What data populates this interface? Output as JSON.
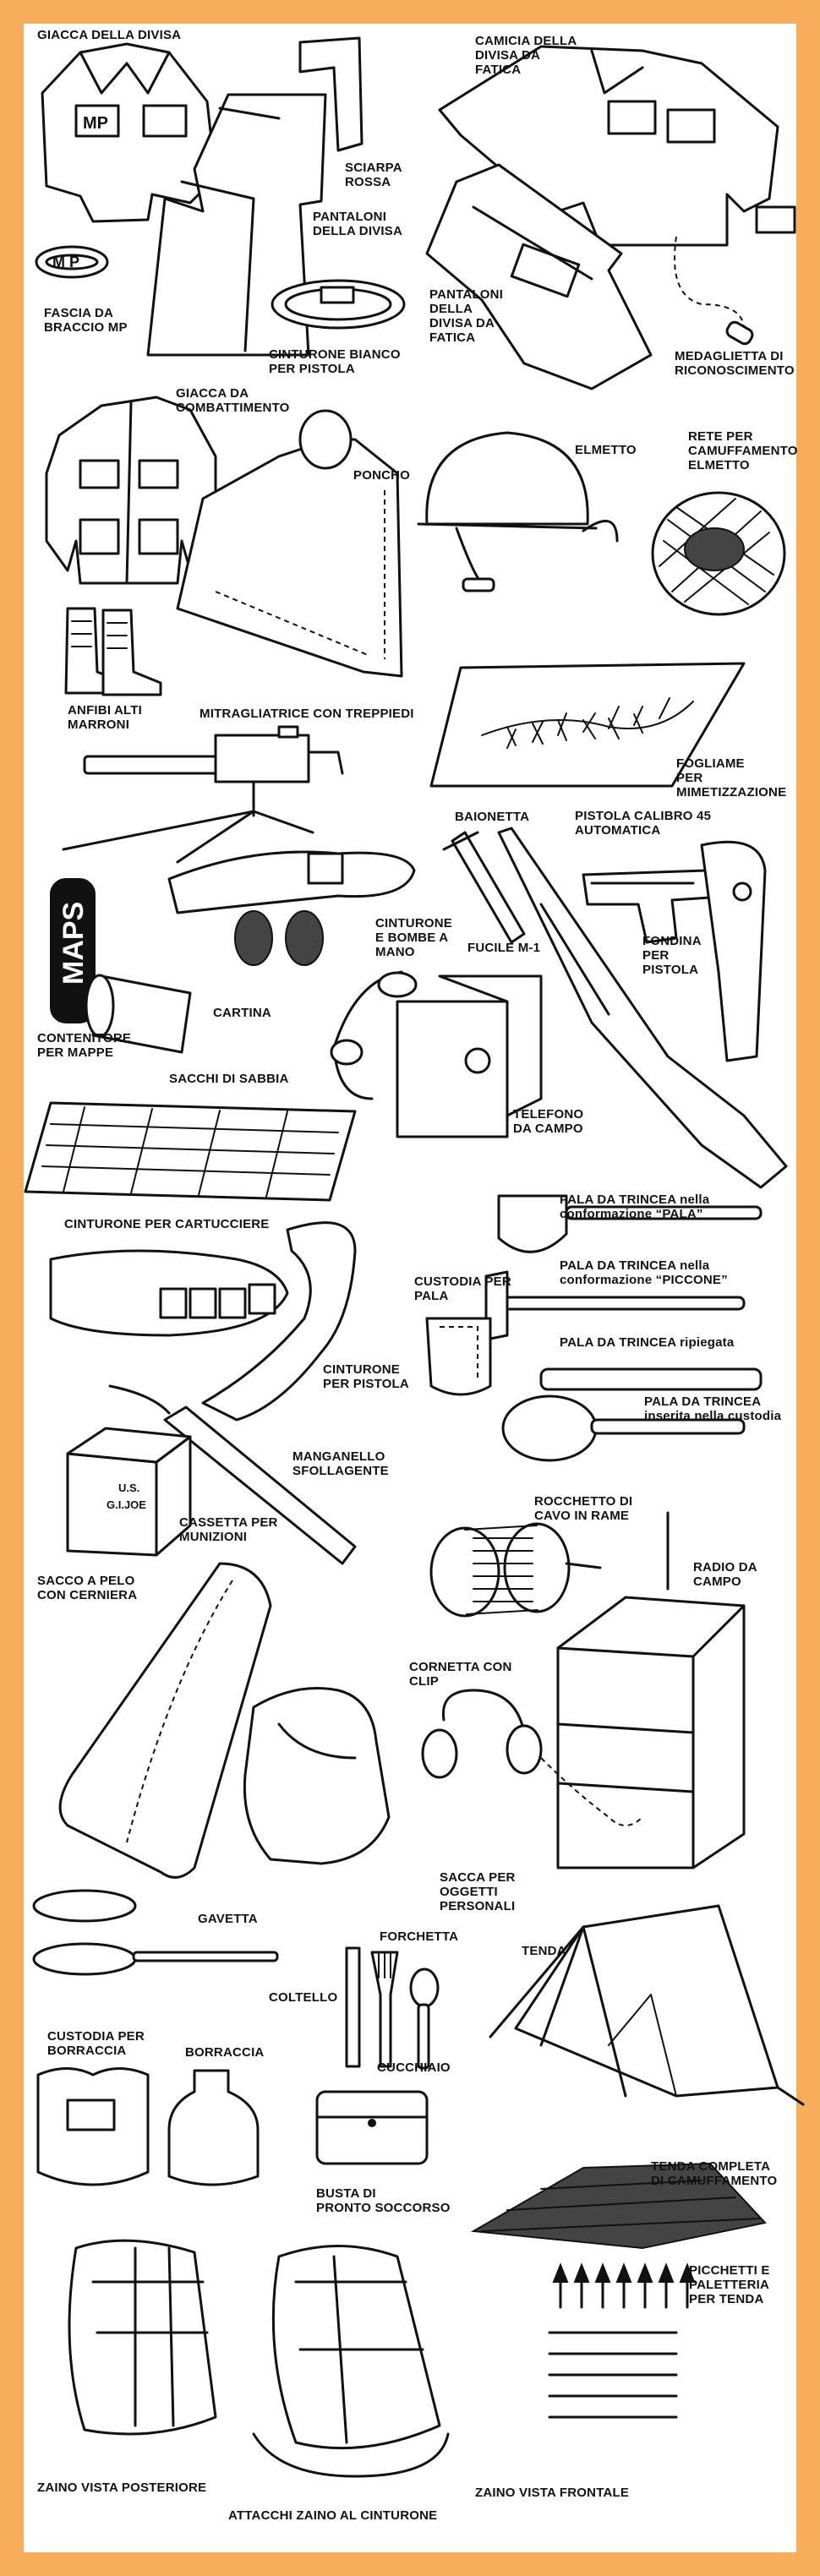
{
  "colors": {
    "border": "#f7ad5c",
    "ink": "#111111",
    "background": "#ffffff"
  },
  "labels": {
    "giacca_divisa": "GIACCA DELLA DIVISA",
    "sciarpa": "SCIARPA\nROSSA",
    "pantaloni_divisa": "PANTALONI\nDELLA DIVISA",
    "fascia_mp": "FASCIA DA\nBRACCIO MP",
    "mp_text": "MP",
    "cinturone_bianco": "CINTURONE BIANCO\nPER PISTOLA",
    "camicia_fatica": "CAMICIA DELLA\nDIVISA DA\nFATICA",
    "pantaloni_fatica": "PANTALONI\nDELLA\nDIVISA DA\nFATICA",
    "medaglietta": "MEDAGLIETTA DI\nRICONOSCIMENTO",
    "giacca_combattimento": "GIACCA DA\nCOMBATTIMENTO",
    "poncho": "PONCHO",
    "elmetto": "ELMETTO",
    "rete": "RETE PER\nCAMUFFAMENTO\nELMETTO",
    "anfibi": "ANFIBI ALTI\nMARRONI",
    "mitragliatrice": "MITRAGLIATRICE CON TREPPIEDI",
    "fogliame": "FOGLIAME\nPER\nMIMETIZZAZIONE",
    "baionetta": "BAIONETTA",
    "pistola": "PISTOLA CALIBRO 45\nAUTOMATICA",
    "cinturone_bombe": "CINTURONE\nE BOMBE A\nMANO",
    "maps_text": "MAPS",
    "fucile": "FUCILE M-1",
    "fondina": "FONDINA\nPER\nPISTOLA",
    "cartina": "CARTINA",
    "contenitore": "CONTENITORE\nPER MAPPE",
    "sacchi": "SACCHI DI SABBIA",
    "telefono": "TELEFONO\nDA CAMPO",
    "pala_pala": "PALA DA TRINCEA nella\nconformazione “PALA”",
    "cinturone_cartucciere": "CINTURONE PER CARTUCCIERE",
    "pala_piccone": "PALA DA TRINCEA nella\nconformazione “PICCONE”",
    "custodia_pala": "CUSTODIA PER\nPALA",
    "pala_ripiegata": "PALA DA TRINCEA ripiegata",
    "cinturone_pistola": "CINTURONE\nPER PISTOLA",
    "pala_custodia": "PALA DA TRINCEA\ninserita nella custodia",
    "manganello": "MANGANELLO\nSFOLLAGENTE",
    "gijoe_text": "U.S.\nG.I.JOE",
    "cassetta": "CASSETTA PER\nMUNIZIONI",
    "rocchetto": "ROCCHETTO DI\nCAVO IN RAME",
    "radio": "RADIO DA\nCAMPO",
    "sacco_pelo": "SACCO A PELO\nCON CERNIERA",
    "cornetta": "CORNETTA CON\nCLIP",
    "sacca": "SACCA PER\nOGGETTI\nPERSONALI",
    "gavetta": "GAVETTA",
    "forchetta": "FORCHETTA",
    "tenda": "TENDA",
    "coltello": "COLTELLO",
    "cucchiaio": "CUCCHIAIO",
    "custodia_borraccia": "CUSTODIA PER\nBORRACCIA",
    "borraccia": "BORRACCIA",
    "busta": "BUSTA DI\nPRONTO SOCCORSO",
    "tenda_camuffamento": "TENDA COMPLETA\nDI CAMUFFAMENTO",
    "picchetti": "PICCHETTI E\nPALETTERIA\nPER TENDA",
    "zaino_posteriore": "ZAINO VISTA POSTERIORE",
    "zaino_frontale": "ZAINO VISTA FRONTALE",
    "attacchi": "ATTACCHI ZAINO AL CINTURONE"
  }
}
